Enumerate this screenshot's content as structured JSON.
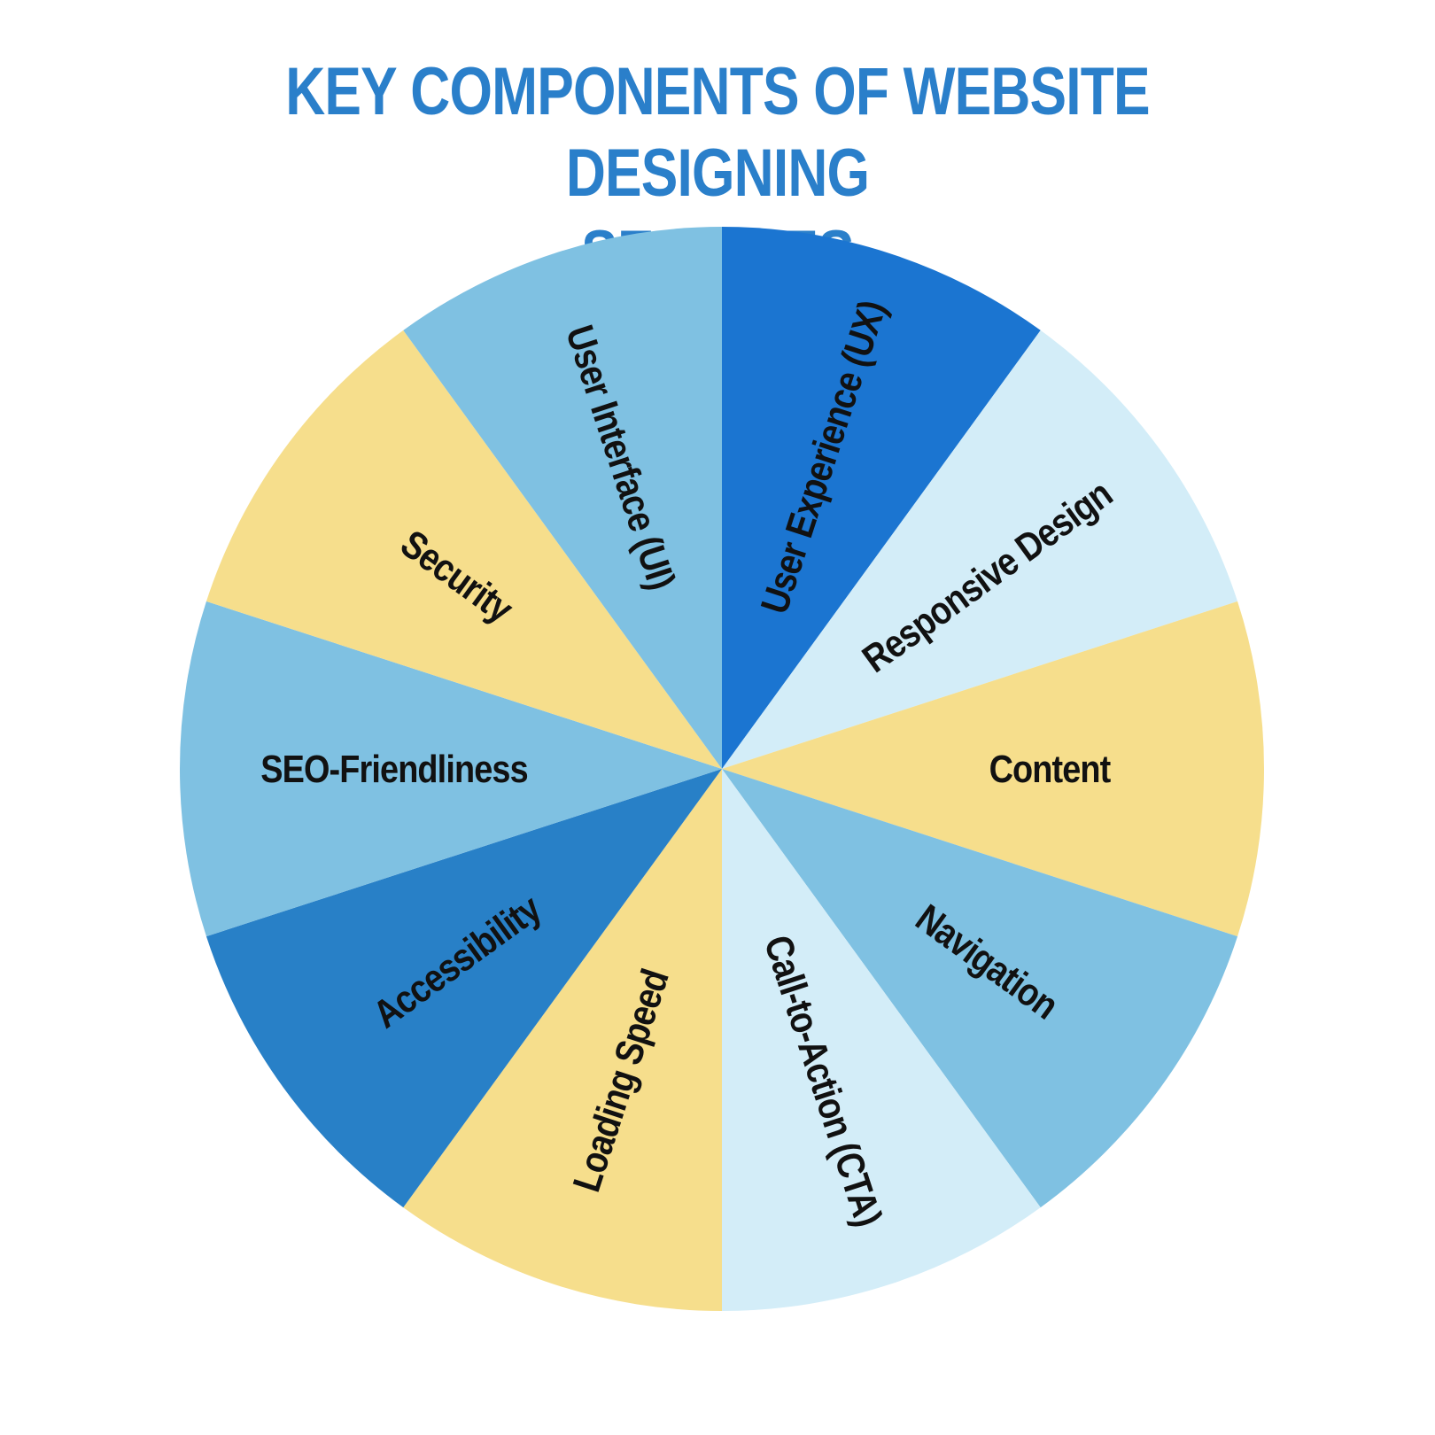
{
  "page": {
    "title_line1": "KEY COMPONENTS OF WEBSITE DESIGNING",
    "title_line2": "SERVICES"
  },
  "colors": {
    "title": "#2a7fca",
    "background": "#ffffff",
    "label": "#111111"
  },
  "chart_data": {
    "type": "pie",
    "title": "KEY COMPONENTS OF WEBSITE DESIGNING SERVICES",
    "start_angle_deg": 0,
    "direction": "clockwise",
    "labels": [
      "User Experience (UX)",
      "Responsive Design",
      "Content",
      "Navigation",
      "Call-to-Action (CTA)",
      "Loading Speed",
      "Accessibility",
      "SEO-Friendliness",
      "Security",
      "User Interface (UI)"
    ],
    "values": [
      10,
      10,
      10,
      10,
      10,
      10,
      10,
      10,
      10,
      10
    ],
    "slice_colors": [
      "#1b75d1",
      "#d3edf8",
      "#f6de8c",
      "#7fc1e2",
      "#d3edf8",
      "#f6de8c",
      "#2880c7",
      "#7fc1e2",
      "#f6de8c",
      "#7fc1e2"
    ],
    "legend": "none"
  }
}
